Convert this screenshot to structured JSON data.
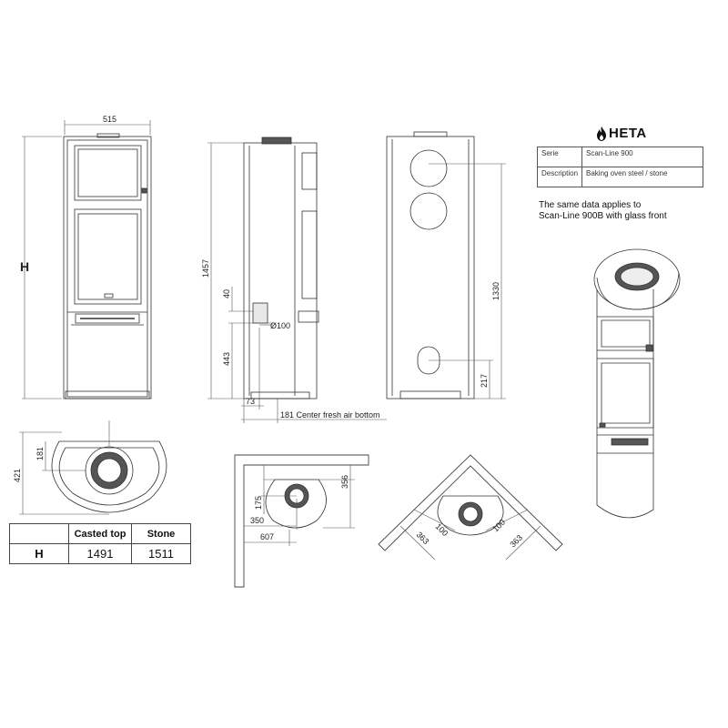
{
  "brand": {
    "name": "HETA",
    "icon": "flame-icon"
  },
  "info_table": {
    "rows": [
      {
        "key": "Serie",
        "value": "Scan-Line 900"
      },
      {
        "key": "Description",
        "value": "Baking oven steel / stone"
      }
    ]
  },
  "note": {
    "line1": "The same data applies to",
    "line2": "Scan-Line 900B with glass front"
  },
  "front_view": {
    "width_label": "515",
    "height_label": "H"
  },
  "side_view": {
    "total_height": "1457",
    "inlet_height": "443",
    "offset_40": "40",
    "diameter": "Ø100",
    "depth_73": "73",
    "fresh_air": "181 Center fresh air bottom"
  },
  "back_view": {
    "outlet_height": "1330",
    "inlet_height": "217"
  },
  "top_view": {
    "depth": "421",
    "center": "181"
  },
  "wall_view": {
    "d356": "356",
    "d175": "175",
    "d350": "350",
    "d607": "607"
  },
  "corner_view": {
    "d100_left": "100",
    "d100_right": "100",
    "d363_left": "363",
    "d363_right": "363"
  },
  "h_table": {
    "headers": [
      "",
      "Casted top",
      "Stone"
    ],
    "row_label": "H",
    "values": [
      "1491",
      "1511"
    ]
  }
}
